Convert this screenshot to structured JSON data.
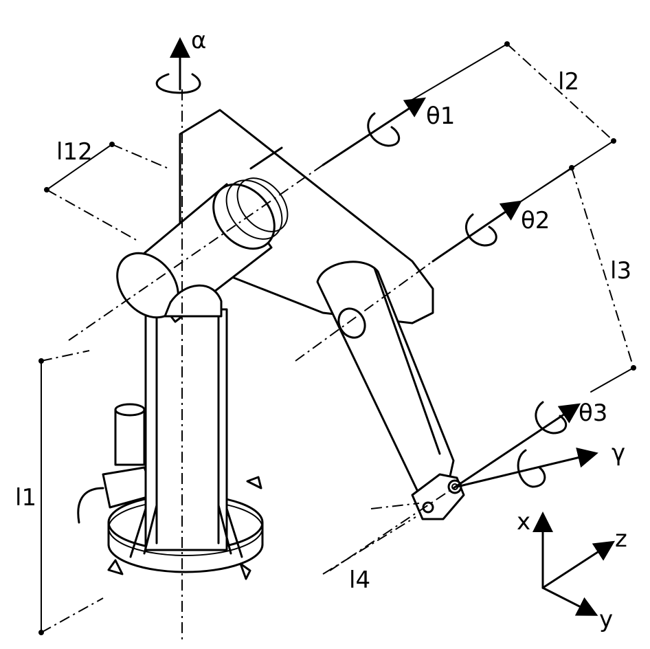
{
  "labels": {
    "alpha": "α",
    "theta1": "θ1",
    "theta2": "θ2",
    "theta3": "θ3",
    "gamma": "γ",
    "l1": "l1",
    "l12": "l12",
    "l2": "l2",
    "l3": "l3",
    "l4": "l4",
    "x": "x",
    "y": "y",
    "z": "z"
  }
}
